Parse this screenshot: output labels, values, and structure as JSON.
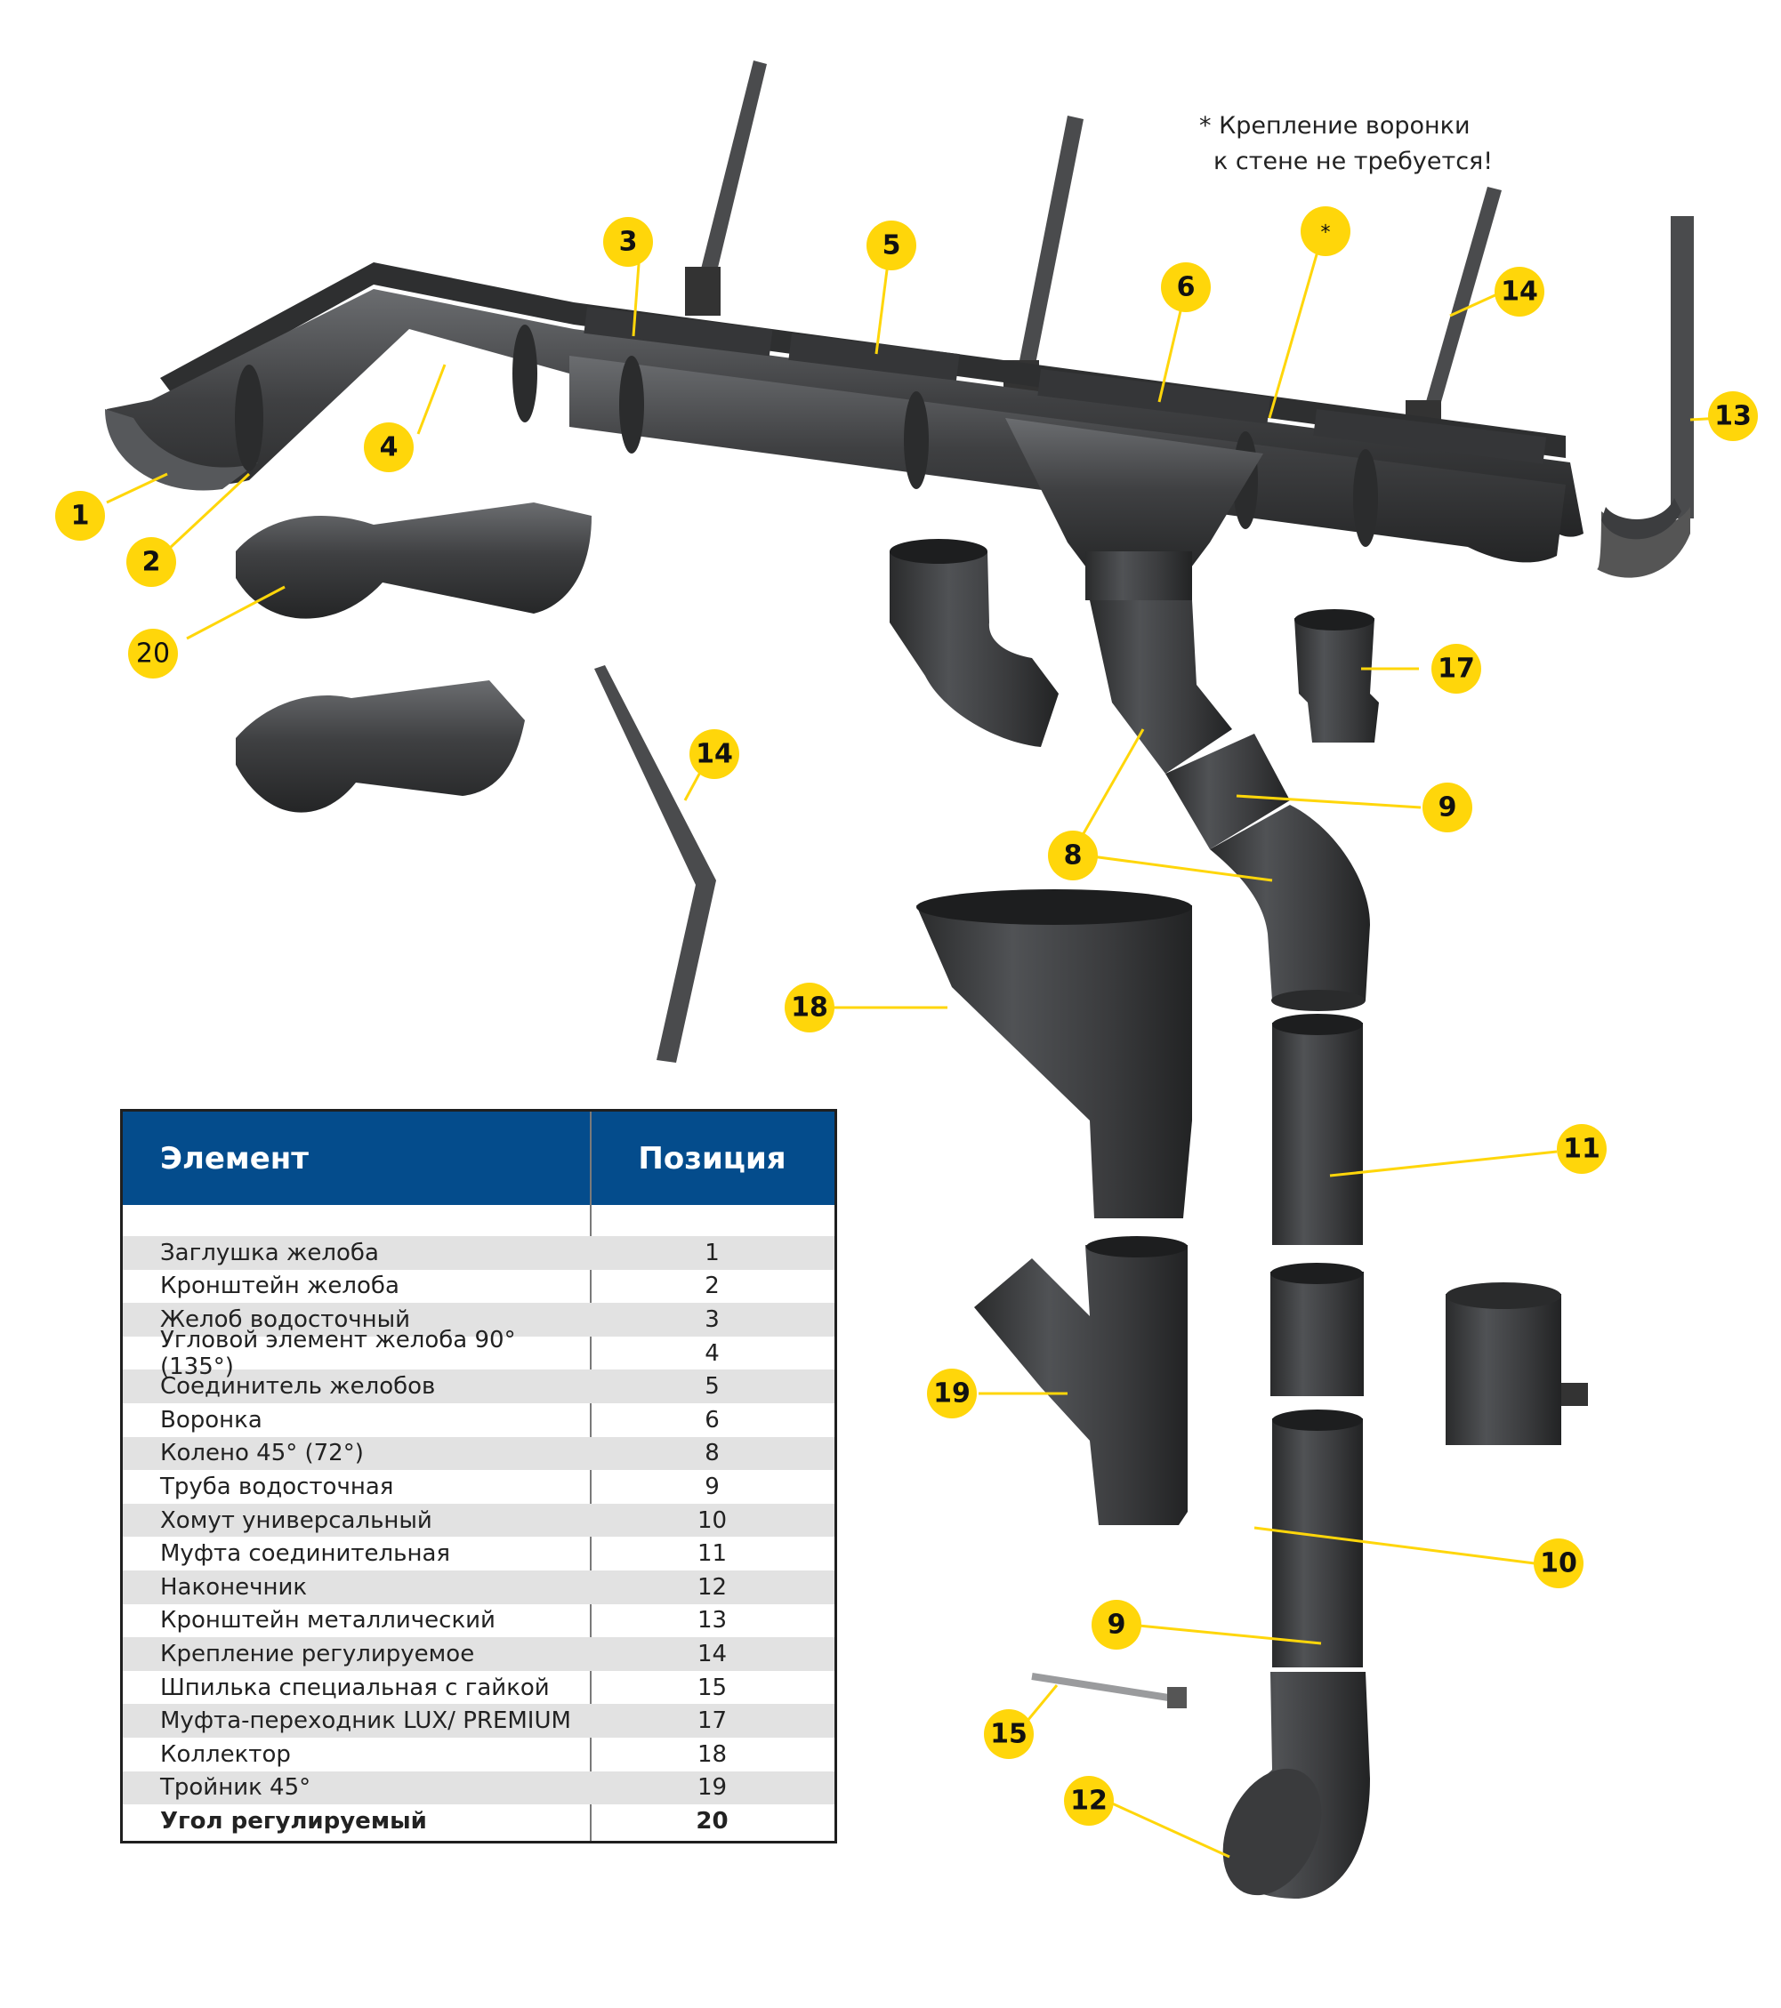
{
  "note": {
    "line1": "* Крепление воронки",
    "line2": "к стене не требуется!"
  },
  "table": {
    "header": {
      "element": "Элемент",
      "position": "Позиция"
    },
    "rows": [
      {
        "name": "Заглушка желоба",
        "pos": "1"
      },
      {
        "name": "Кронштейн желоба",
        "pos": "2"
      },
      {
        "name": "Желоб водосточный",
        "pos": "3"
      },
      {
        "name": "Угловой элемент желоба 90° (135°)",
        "pos": "4"
      },
      {
        "name": "Соединитель желобов",
        "pos": "5"
      },
      {
        "name": "Воронка",
        "pos": "6"
      },
      {
        "name": "Колено 45° (72°)",
        "pos": "8"
      },
      {
        "name": "Труба водосточная",
        "pos": "9"
      },
      {
        "name": "Хомут универсальный",
        "pos": "10"
      },
      {
        "name": "Муфта соединительная",
        "pos": "11"
      },
      {
        "name": "Наконечник",
        "pos": "12"
      },
      {
        "name": "Кронштейн металлический",
        "pos": "13"
      },
      {
        "name": "Крепление регулируемое",
        "pos": "14"
      },
      {
        "name": "Шпилька специальная с гайкой",
        "pos": "15"
      },
      {
        "name": "Муфта-переходник LUX/ PREMIUM",
        "pos": "17"
      },
      {
        "name": "Коллектор",
        "pos": "18"
      },
      {
        "name": "Тройник 45°",
        "pos": "19"
      },
      {
        "name": "Угол регулируемый",
        "pos": "20"
      }
    ]
  },
  "callouts": {
    "c1": "1",
    "c2": "2",
    "c3": "3",
    "c4": "4",
    "c5": "5",
    "c6": "6",
    "cstar": "*",
    "c14a": "14",
    "c13": "13",
    "c20": "20",
    "c17": "17",
    "c14b": "14",
    "c9a": "9",
    "c8": "8",
    "c18": "18",
    "c11": "11",
    "c19": "19",
    "c10": "10",
    "c9b": "9",
    "c15": "15",
    "c12": "12"
  },
  "colors": {
    "part": "#3f4042",
    "part_light": "#5c5e61",
    "part_dark": "#28292a",
    "callout": "#ffd60a",
    "header": "#044c8c"
  }
}
